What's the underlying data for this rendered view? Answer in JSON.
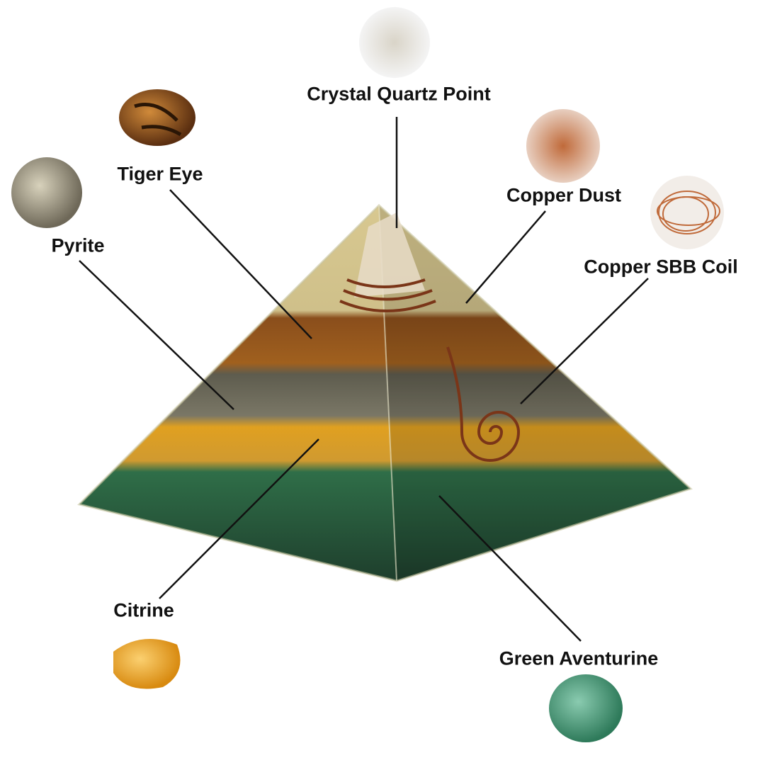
{
  "labels": {
    "crystal_quartz": "Crystal Quartz Point",
    "tiger_eye": "Tiger Eye",
    "pyrite": "Pyrite",
    "copper_dust": "Copper Dust",
    "copper_coil": "Copper SBB Coil",
    "citrine": "Citrine",
    "green_aventurine": "Green Aventurine"
  },
  "colors": {
    "quartz": "#e8e6e2",
    "tiger_eye": "#9a5a1c",
    "pyrite": "#8f8a78",
    "copper": "#c06a3a",
    "citrine": "#f0b030",
    "aventurine": "#4a9a78",
    "gold_flakes": "#d8c890"
  }
}
